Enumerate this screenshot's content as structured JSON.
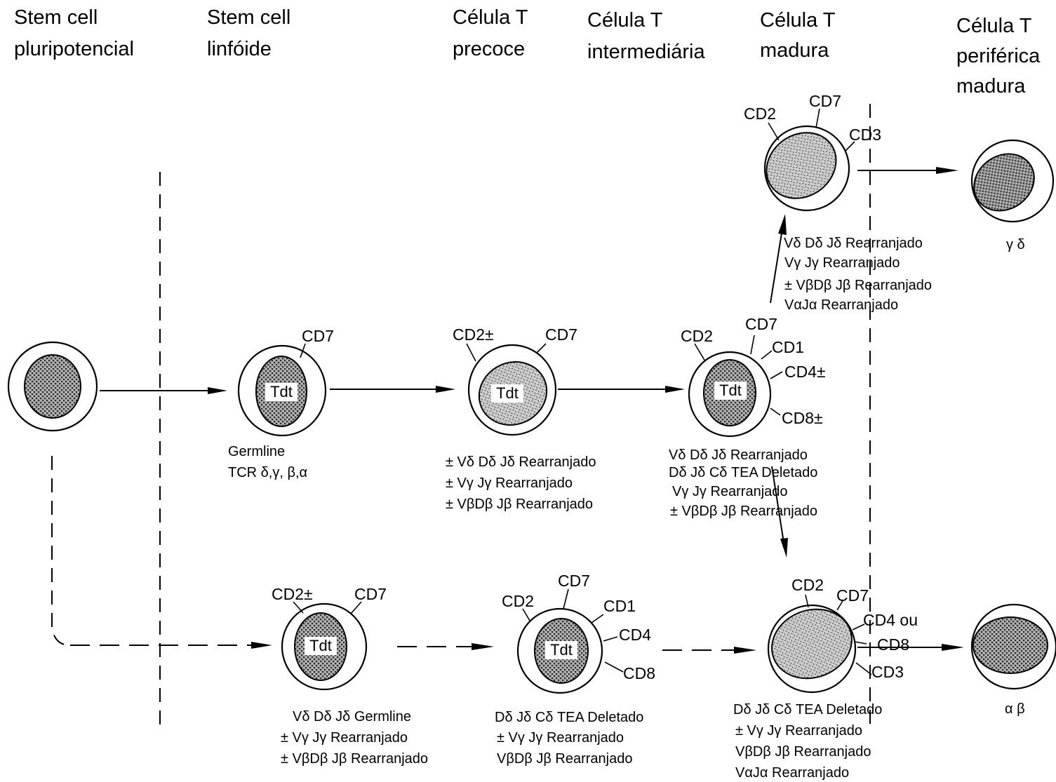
{
  "headers": {
    "stem_pluri": [
      "Stem cell",
      "pluripotencial"
    ],
    "stem_lymph": [
      "Stem cell",
      "linfóide"
    ],
    "early_t": [
      "Célula T",
      "precoce"
    ],
    "intermediate_t": [
      "Célula T",
      "intermediária"
    ],
    "mature_t": [
      "Célula T",
      "madura"
    ],
    "peripheral_t": [
      "Célula T",
      "periférica",
      "madura"
    ]
  },
  "nucleus_label": "Tdt",
  "markers": {
    "lymphoid_top": [
      "CD7"
    ],
    "early_top": [
      "CD2±",
      "CD7"
    ],
    "intermediate": [
      "CD2",
      "CD7",
      "CD1",
      "CD4±",
      "CD8±"
    ],
    "mature_gd": [
      "CD2",
      "CD7",
      "CD3"
    ],
    "lower_lymphoid": [
      "CD2±",
      "CD7"
    ],
    "lower_early": [
      "CD2",
      "CD7",
      "CD1",
      "CD4",
      "CD8"
    ],
    "mature_ab": [
      "CD2",
      "CD7",
      "CD4 ou",
      "CD8",
      "CD3"
    ]
  },
  "gene_notes": {
    "lymphoid_top": [
      "Germline",
      "TCR δ,γ, β,α"
    ],
    "early_top": [
      "± Vδ Dδ Jδ Rearranjado",
      "± Vγ Jγ Rearranjado",
      "± VβDβ Jβ Rearranjado"
    ],
    "intermediate": [
      "Vδ Dδ Jδ Rearranjado",
      "Dδ Jδ Cδ TEA Deletado",
      "Vγ Jγ Rearranjado",
      "± VβDβ Jβ Rearranjado"
    ],
    "mature_gd": [
      "Vδ Dδ Jδ Rearranjado",
      "Vγ Jγ Rearranjado",
      "± VβDβ Jβ Rearranjado",
      "VαJα Rearranjado"
    ],
    "lower_lymphoid": [
      "Vδ Dδ Jδ Germline",
      "± Vγ Jγ Rearranjado",
      "± VβDβ Jβ Rearranjado"
    ],
    "lower_early": [
      "Dδ Jδ Cδ TEA Deletado",
      "± Vγ Jγ Rearranjado",
      "VβDβ Jβ Rearranjado"
    ],
    "mature_ab": [
      "Dδ Jδ Cδ TEA Deletado",
      "± Vγ Jγ Rearranjado",
      "VβDβ Jβ Rearranjado",
      "VαJα Rearranjado"
    ]
  },
  "receptor_labels": {
    "gamma_delta": "γ δ",
    "alpha_beta": "α β"
  }
}
